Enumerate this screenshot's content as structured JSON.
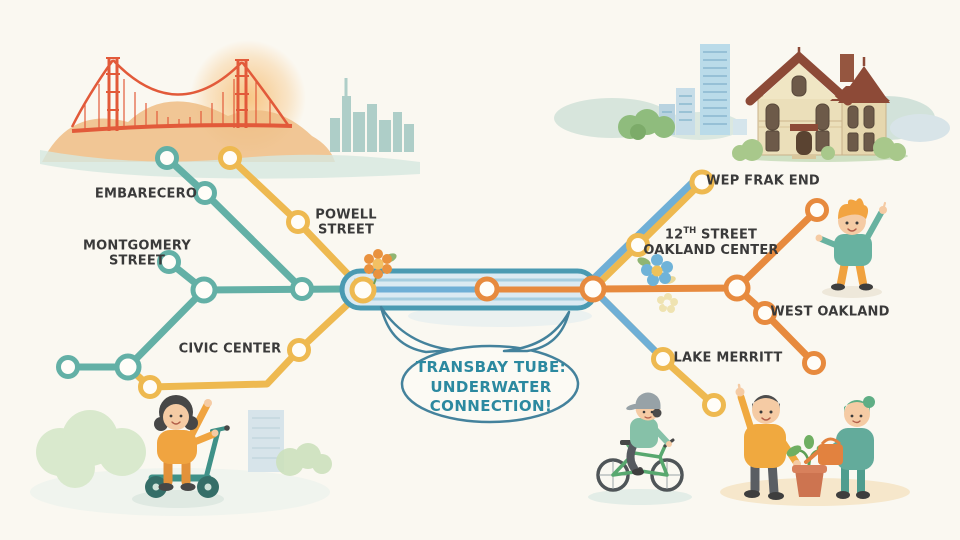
{
  "map": {
    "stations": {
      "embarcadero": {
        "label": "EMBARECERO"
      },
      "montgomery": {
        "line1": "MONTGOMERY",
        "line2": "STREET"
      },
      "powell": {
        "line1": "POWELL",
        "line2": "STREET"
      },
      "civic_center": {
        "label": "CIVIC CENTER"
      },
      "wep_frak_end": {
        "label": "WEP FRAK END"
      },
      "twelfth_street": {
        "number": "12",
        "ordinal": "TH",
        "rest": "STREET",
        "line2": "OAKLAND CENTER"
      },
      "west_oakland": {
        "label": "WEST OAKLAND"
      },
      "lake_merritt": {
        "label": "LAKE MERRITT"
      }
    },
    "bubble": {
      "line1": "TRANSBAY TUBE:",
      "line2": "UNDERWATER",
      "line3": "CONNECTION!"
    },
    "colors": {
      "teal_line": "#63b0a6",
      "yellow_line": "#eeb950",
      "orange_line": "#e78a3e",
      "blue_line": "#6fafd6",
      "tube_border": "#4a9ab2",
      "bubble_text": "#2c89a0",
      "label_text": "#3a3a3a",
      "background": "#faf8f1",
      "bridge_red": "#e25a3a"
    },
    "illustrations": [
      "golden-gate-bridge",
      "sf-skyline",
      "sun-glow",
      "oakland-skyline",
      "victorian-house",
      "girl-on-scooter",
      "boy-on-bicycle",
      "boy-pointing",
      "gardener-watering-plant",
      "potted-plant",
      "kid-waving",
      "orange-flower",
      "blue-flower",
      "yellow-flower",
      "bushes"
    ]
  }
}
